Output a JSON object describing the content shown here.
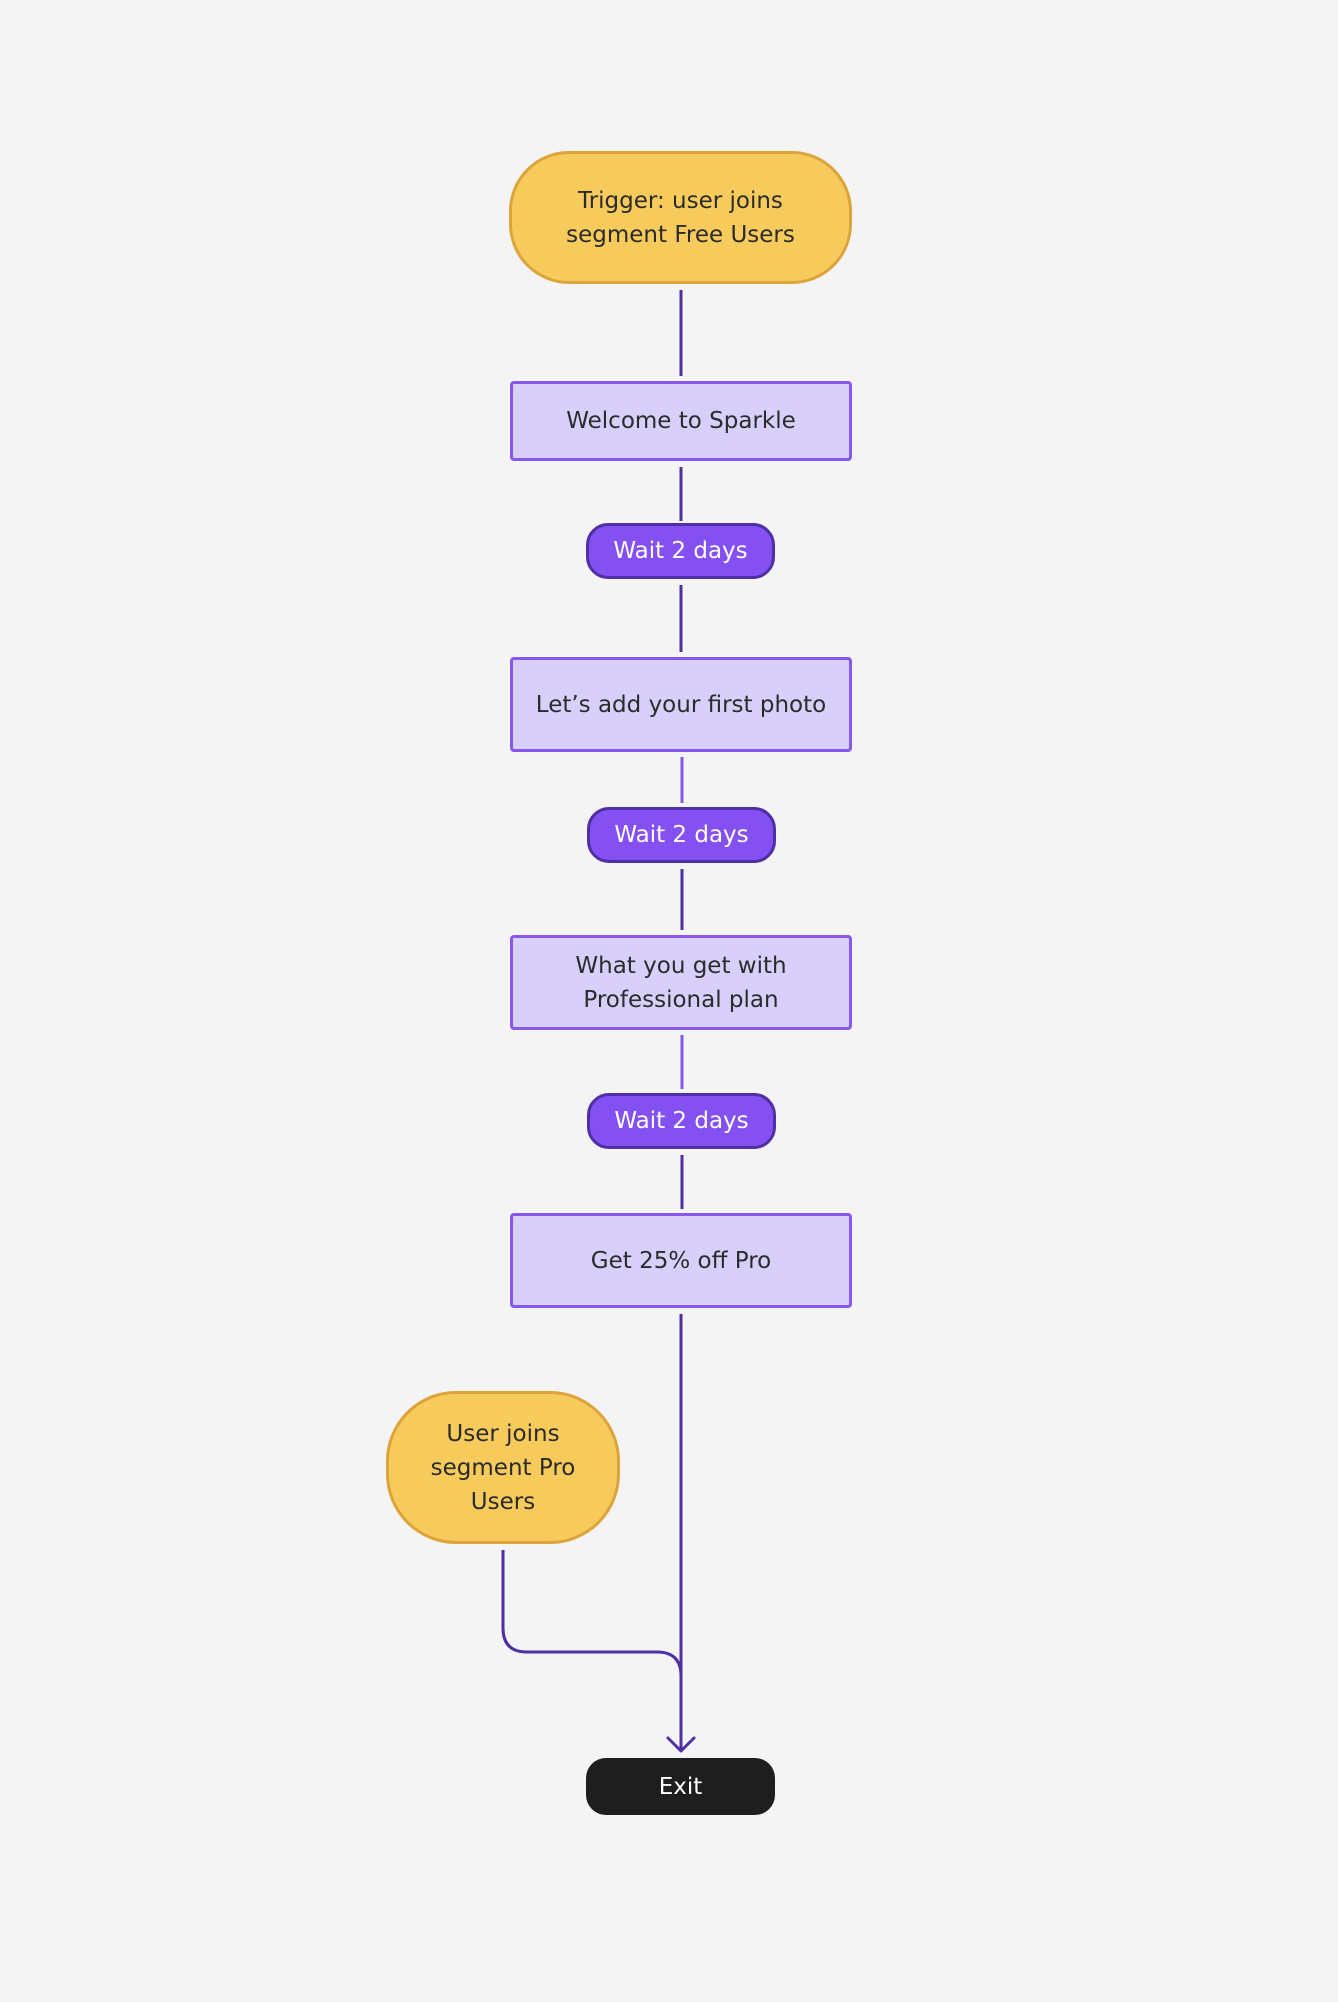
{
  "colors": {
    "background": "#f4f4f4",
    "trigger_fill": "#f7ca5c",
    "trigger_border": "#dca43a",
    "email_fill": "#d9cffb",
    "email_border": "#8658ec",
    "wait_fill": "#8450f2",
    "wait_border": "#4e2fa6",
    "connector_dark": "#4e2fa6",
    "connector_light": "#8658ec",
    "exit_fill": "#1e1e1e"
  },
  "flow": {
    "trigger": {
      "lines": [
        "Trigger: user joins",
        "segment Free Users"
      ]
    },
    "email_1": {
      "label": "Welcome to Sparkle"
    },
    "wait_1": {
      "label": "Wait 2 days"
    },
    "email_2": {
      "label": "Let’s add your first photo"
    },
    "wait_2": {
      "label": "Wait 2 days"
    },
    "email_3": {
      "lines": [
        "What you get with",
        "Professional plan"
      ]
    },
    "wait_3": {
      "label": "Wait 2 days"
    },
    "email_4": {
      "label": "Get 25% off Pro"
    },
    "exit_trigger": {
      "lines": [
        "User joins",
        "segment Pro",
        "Users"
      ]
    },
    "exit": {
      "label": "Exit"
    }
  }
}
